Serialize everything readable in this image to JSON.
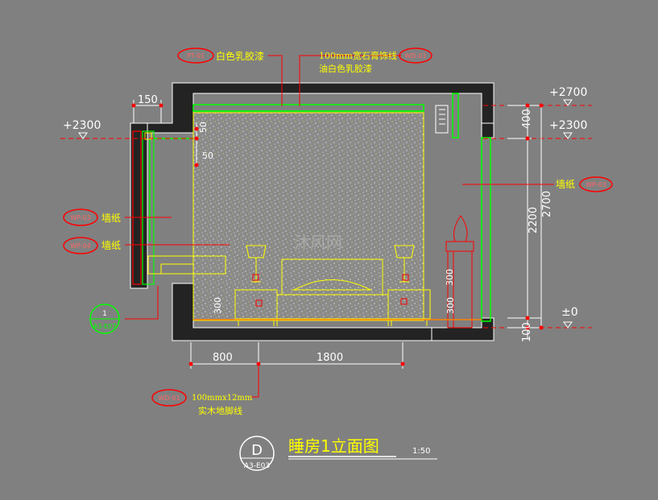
{
  "drawing": {
    "title": "睡房1立面图",
    "scale": "1:50",
    "view_id": "D",
    "sheet_ref": "A3-E03",
    "watermark": "沐风网"
  },
  "levels": {
    "left_2300": "+2300",
    "right_2700": "+2700",
    "right_2300": "+2300",
    "right_0": "±0"
  },
  "dims": {
    "top_150": "150",
    "small_50a": "50",
    "small_50b": "50",
    "bottom_800": "800",
    "bottom_1800": "1800",
    "v_400": "400",
    "v_2200": "2200",
    "v_2700": "2700",
    "v_100": "100",
    "v_300a": "300",
    "v_300b": "300",
    "v_300c": "300"
  },
  "annotations": {
    "pt01_tag": "PT-01",
    "pt01_text": "白色乳胶漆",
    "wd01_top_tag": "WD-01",
    "cornice_line1": "100mm宽石膏饰线",
    "cornice_line2": "油白色乳胶漆",
    "wp03_right_tag": "WP-03",
    "wp03_right_text": "墙纸",
    "wp03_left_tag": "WP-03",
    "wp03_left_text": "墙纸",
    "wp04_left_tag": "WP-04",
    "wp04_left_text": "墙纸",
    "section_num": "1",
    "section_ref": "A3-E07",
    "wd01_bottom_tag": "WD-01",
    "skirting_line1": "100mmx12mm",
    "skirting_line2": "实木地脚线"
  },
  "colors": {
    "background": "#808080",
    "dimension": "#ffffff",
    "tag_red": "#ff0000",
    "wall_fill": "#232323",
    "green_line": "#00ff00",
    "yellow_line": "#ffff00",
    "text_yellow": "#ffff00"
  }
}
